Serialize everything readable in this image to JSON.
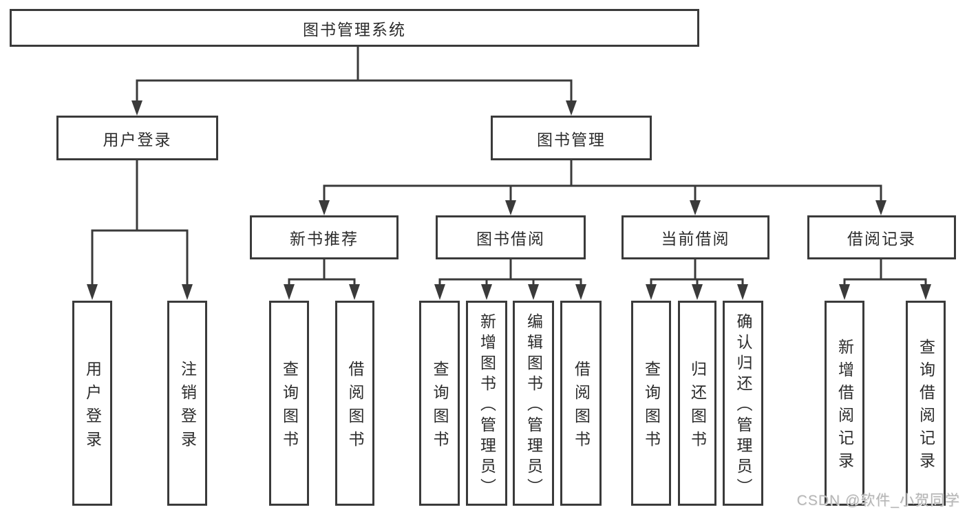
{
  "tree": {
    "root": {
      "label": "图书管理系统",
      "children": [
        {
          "label": "用户登录",
          "children": [
            {
              "label": "用户登录"
            },
            {
              "label": "注销登录"
            }
          ]
        },
        {
          "label": "图书管理",
          "children": [
            {
              "label": "新书推荐",
              "children": [
                {
                  "label": "查询图书"
                },
                {
                  "label": "借阅图书"
                }
              ]
            },
            {
              "label": "图书借阅",
              "children": [
                {
                  "label": "查询图书"
                },
                {
                  "label": "新增图书（管理员）"
                },
                {
                  "label": "编辑图书（管理员）"
                },
                {
                  "label": "借阅图书"
                }
              ]
            },
            {
              "label": "当前借阅",
              "children": [
                {
                  "label": "查询图书"
                },
                {
                  "label": "归还图书"
                },
                {
                  "label": "确认归还（管理员）"
                }
              ]
            },
            {
              "label": "借阅记录",
              "children": [
                {
                  "label": "新增借阅记录"
                },
                {
                  "label": "查询借阅记录"
                }
              ]
            }
          ]
        }
      ]
    }
  },
  "watermark": "CSDN @软件_小贺同学",
  "colors": {
    "line": "#3a3a3a",
    "text": "#2c2c2c",
    "watermark": "#b5b5b5",
    "background": "#ffffff"
  }
}
